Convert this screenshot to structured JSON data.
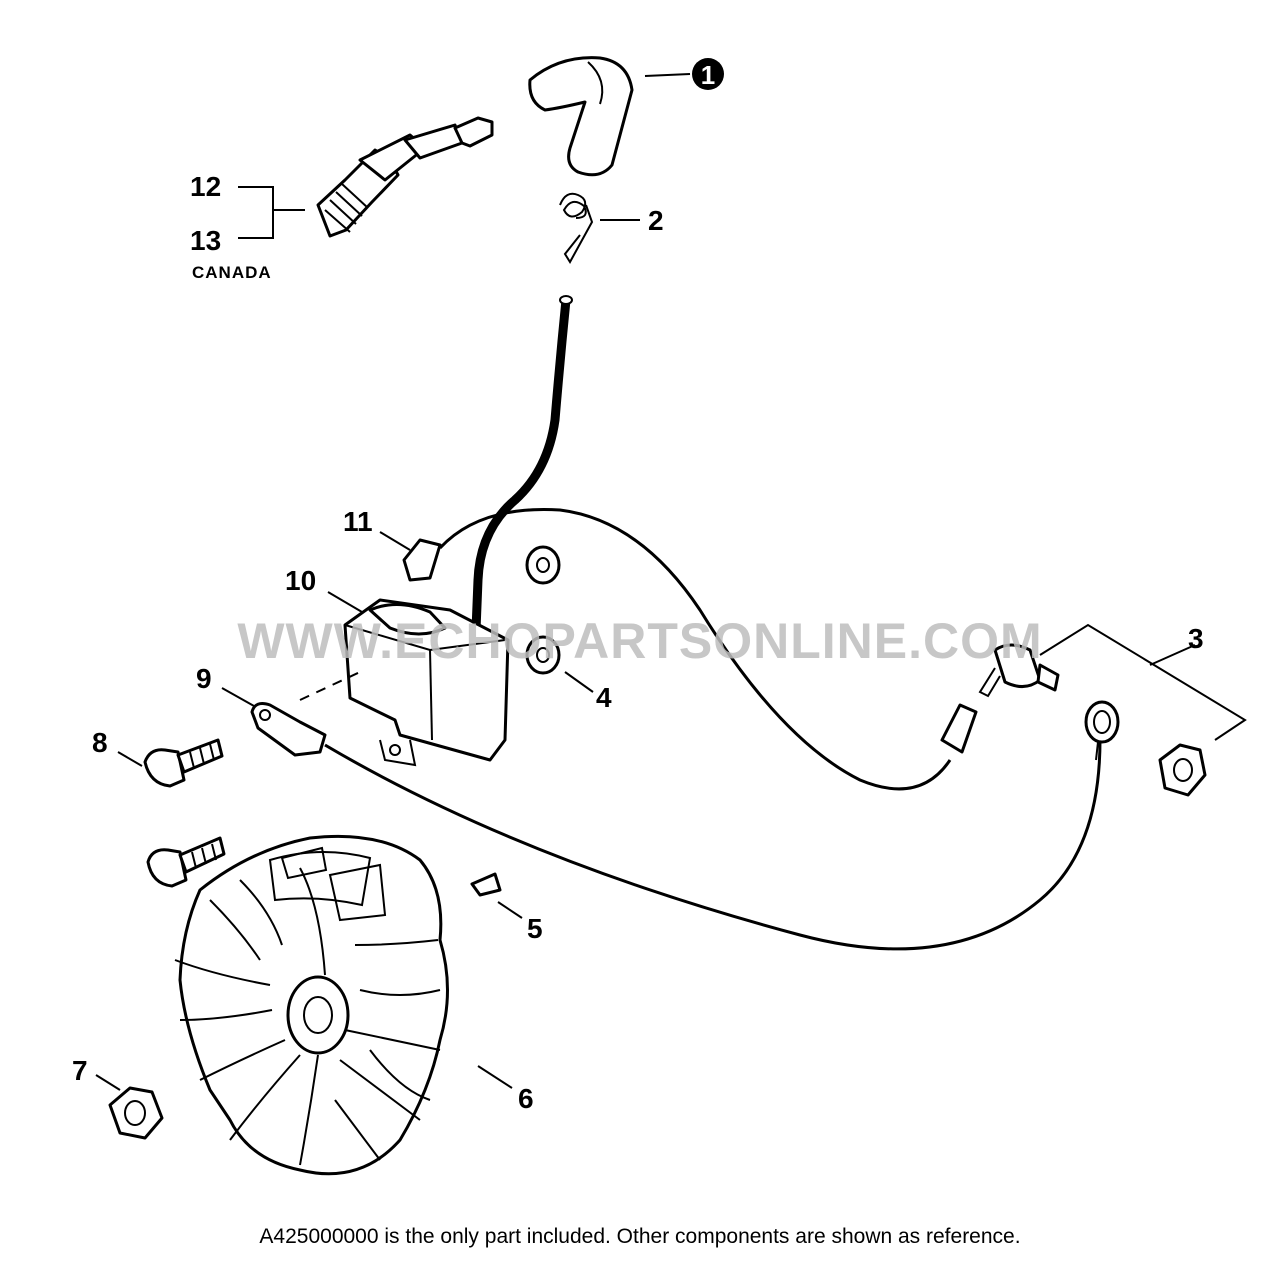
{
  "diagram": {
    "watermark": "WWW.ECHOPARTSONLINE.COM",
    "canada_label": "CANADA",
    "footnote": "A425000000 is the only part included. Other components are shown as reference.",
    "callouts": {
      "p1": "1",
      "p2": "2",
      "p3": "3",
      "p4": "4",
      "p5": "5",
      "p6": "6",
      "p7": "7",
      "p8": "8",
      "p9": "9",
      "p10": "10",
      "p11": "11",
      "p12": "12",
      "p13": "13"
    },
    "highlight_color": "#000000"
  }
}
